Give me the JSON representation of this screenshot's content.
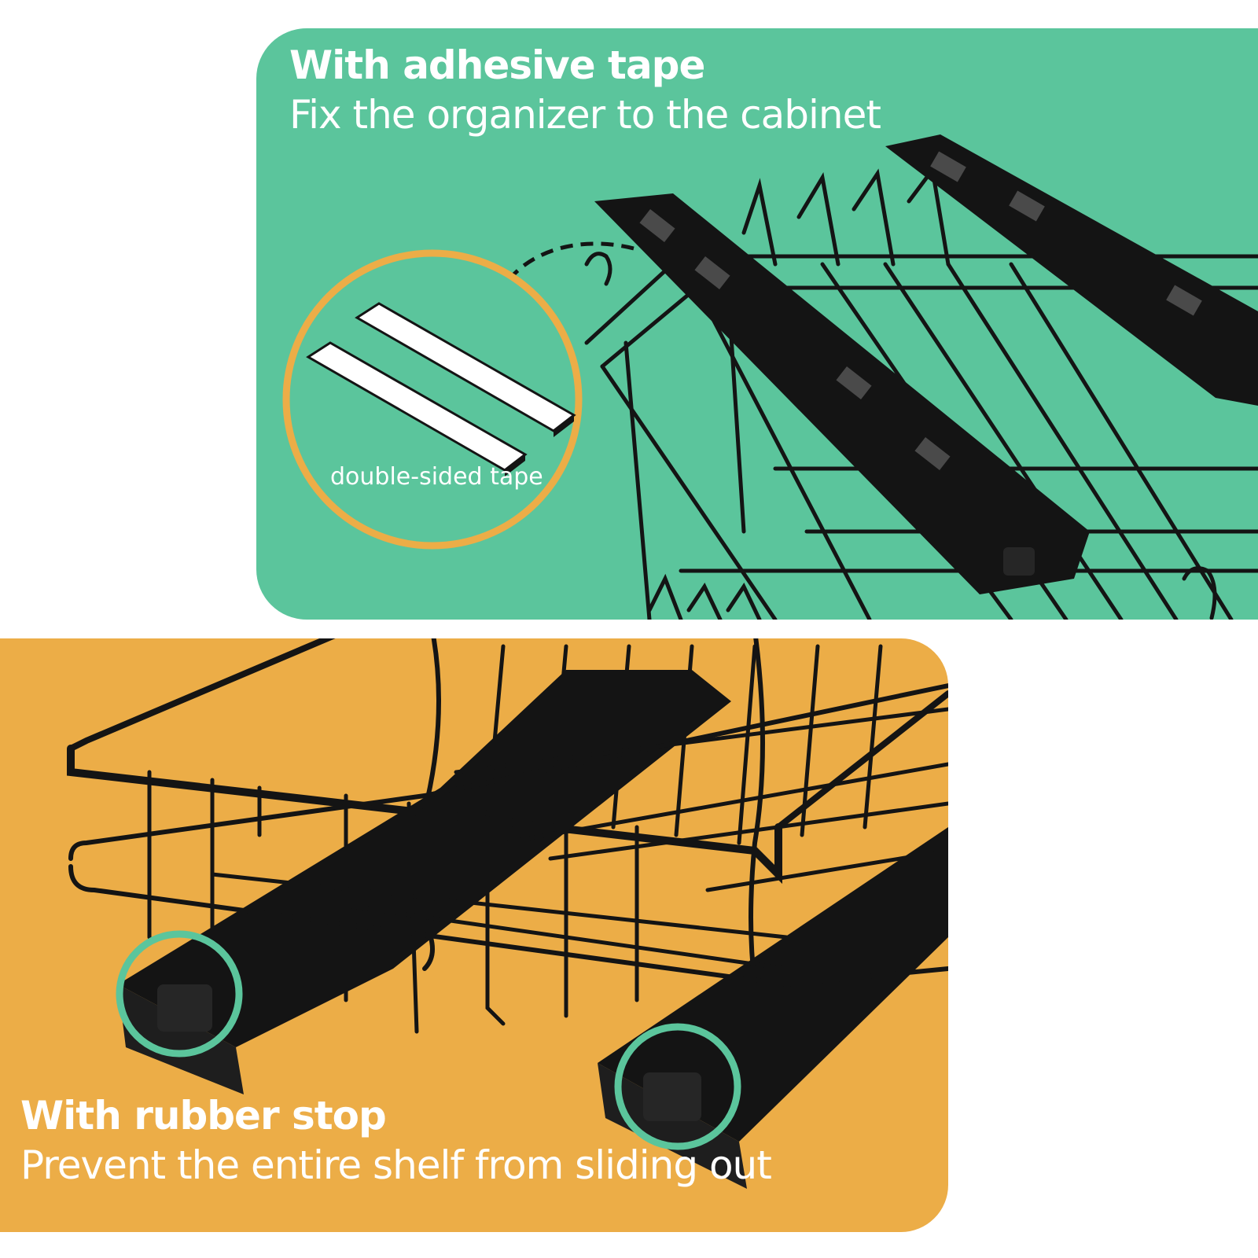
{
  "colors": {
    "green": "#5bc59c",
    "orange": "#ecad47",
    "metal": "#141414",
    "tape": "#ffffff"
  },
  "adhesive_section": {
    "title": "With adhesive tape",
    "subtitle": "Fix the organizer to the cabinet",
    "tape_label": "double-sided tape"
  },
  "stop_section": {
    "title": "With rubber stop",
    "subtitle": "Prevent the entire shelf from sliding out"
  },
  "icons": [
    "dashed-curved-arrow-icon",
    "magnify-circle-icon",
    "rubber-stop-highlight-icon"
  ]
}
